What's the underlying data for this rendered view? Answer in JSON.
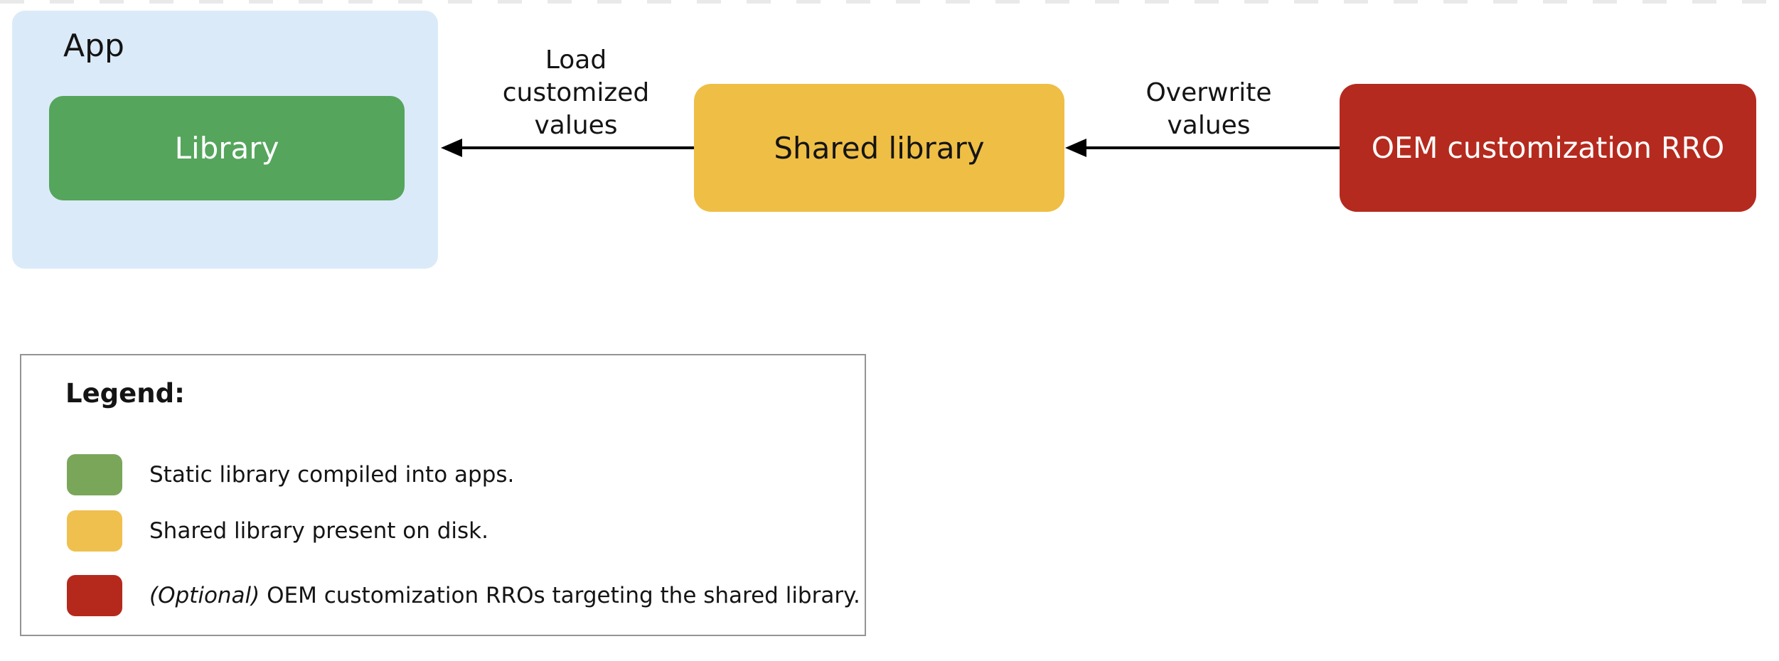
{
  "page": {
    "background_color": "#ffffff",
    "top_divider_color": "#e9e9e9"
  },
  "diagram": {
    "app_group": {
      "label": "App",
      "fill": "#dbeaf9"
    },
    "nodes": {
      "library": {
        "label": "Library",
        "fill": "#55a55c",
        "text_color": "#ffffff"
      },
      "shared_library": {
        "label": "Shared library",
        "fill": "#efbe45",
        "text_color": "#141414"
      },
      "oem_rro": {
        "label": "OEM customization RRO",
        "fill": "#b52a1e",
        "text_color": "#ffffff"
      }
    },
    "arrows": [
      {
        "label": "Load\ncustomized\nvalues",
        "from": "Shared library",
        "to": "Library",
        "direction": "left",
        "color": "#000000"
      },
      {
        "label": "Overwrite\nvalues",
        "from": "OEM customization RRO",
        "to": "Shared library",
        "direction": "left",
        "color": "#000000"
      }
    ]
  },
  "legend": {
    "title": "Legend:",
    "border_color": "#949494",
    "rows": [
      {
        "swatch_color": "#7aa65a",
        "em": "",
        "label": "Static library compiled into apps."
      },
      {
        "swatch_color": "#f0c04e",
        "em": "",
        "label": "Shared library present on disk."
      },
      {
        "swatch_color": "#b5291d",
        "em": "(Optional)",
        "label": " OEM customization RROs targeting the shared library."
      }
    ]
  }
}
